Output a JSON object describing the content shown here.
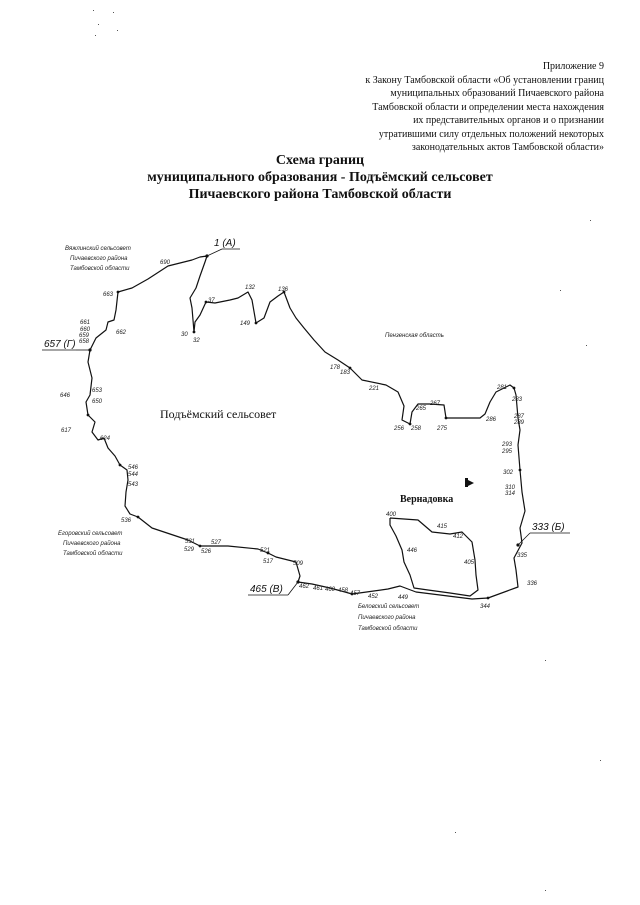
{
  "appendix": {
    "lines": [
      "Приложение 9",
      "к Закону Тамбовской области «Об установлении границ",
      "муниципальных образований Пичаевского района",
      "Тамбовской области и определении места нахождения",
      "их представительных органов и о признании",
      "утратившими силу отдельных положений некоторых",
      "законодательных актов Тамбовской области»"
    ]
  },
  "title": {
    "lines": [
      "Схема границ",
      "муниципального образования - Подъёмский сельсовет",
      "Пичаевского района Тамбовской области"
    ]
  },
  "map": {
    "territory_name": "Подъёмский сельсовет",
    "village_name": "Вернадовка",
    "neighbors": {
      "north_west": [
        "Вяжлинский сельсовет",
        "Пичаевского района",
        "Тамбовской области"
      ],
      "east": [
        "Пензенская область"
      ],
      "south_west": [
        "Егоровский сельсовет",
        "Пичаевского района",
        "Тамбовской области"
      ],
      "south": [
        "Беловский сельсовет",
        "Пичаевского района",
        "Тамбовской области"
      ]
    },
    "corner_points": {
      "a": "1 (А)",
      "b": "333 (Б)",
      "v": "465 (В)",
      "g": "657 (Г)"
    },
    "points": {
      "p690": "690",
      "p663": "663",
      "p661": "661",
      "p660": "660",
      "p659": "659",
      "p658": "658",
      "p662": "662",
      "p653": "653",
      "p646": "646",
      "p650": "650",
      "p617": "617",
      "p624": "624",
      "p546": "546",
      "p544": "544",
      "p543": "543",
      "p536": "536",
      "p531": "531",
      "p529": "529",
      "p527": "527",
      "p526": "526",
      "p521": "521",
      "p517": "517",
      "p509": "509",
      "p462": "462",
      "p461": "461",
      "p460": "460",
      "p458": "458",
      "p457": "457",
      "p452": "452",
      "p449": "449",
      "p30": "30",
      "p32": "32",
      "p37": "37",
      "p132": "132",
      "p136": "136",
      "p149": "149",
      "p178": "178",
      "p183": "183",
      "p221": "221",
      "p256": "256",
      "p258": "258",
      "p265": "265",
      "p267": "267",
      "p275": "275",
      "p281": "281",
      "p283": "283",
      "p286": "286",
      "p287": "287",
      "p289": "289",
      "p293": "293",
      "p295": "295",
      "p302": "302",
      "p310": "310",
      "p314": "314",
      "p335": "335",
      "p336": "336",
      "p344": "344",
      "p400": "400",
      "p415": "415",
      "p412": "412",
      "p446": "446",
      "p405": "405"
    }
  }
}
